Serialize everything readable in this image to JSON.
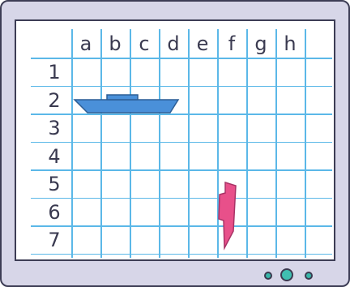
{
  "board": {
    "columns": [
      "a",
      "b",
      "c",
      "d",
      "e",
      "f",
      "g",
      "h"
    ],
    "rows": [
      "1",
      "2",
      "3",
      "4",
      "5",
      "6",
      "7"
    ]
  },
  "ships": [
    {
      "name": "horizontal-ship",
      "color": "#4a90d9",
      "cells": [
        "a2",
        "b2",
        "c2",
        "d2"
      ]
    },
    {
      "name": "vertical-ship",
      "color": "#e8508a",
      "cells": [
        "f5",
        "f6",
        "f7"
      ]
    }
  ],
  "icons": [
    "power-button-icon",
    "indicator-light-icon"
  ]
}
